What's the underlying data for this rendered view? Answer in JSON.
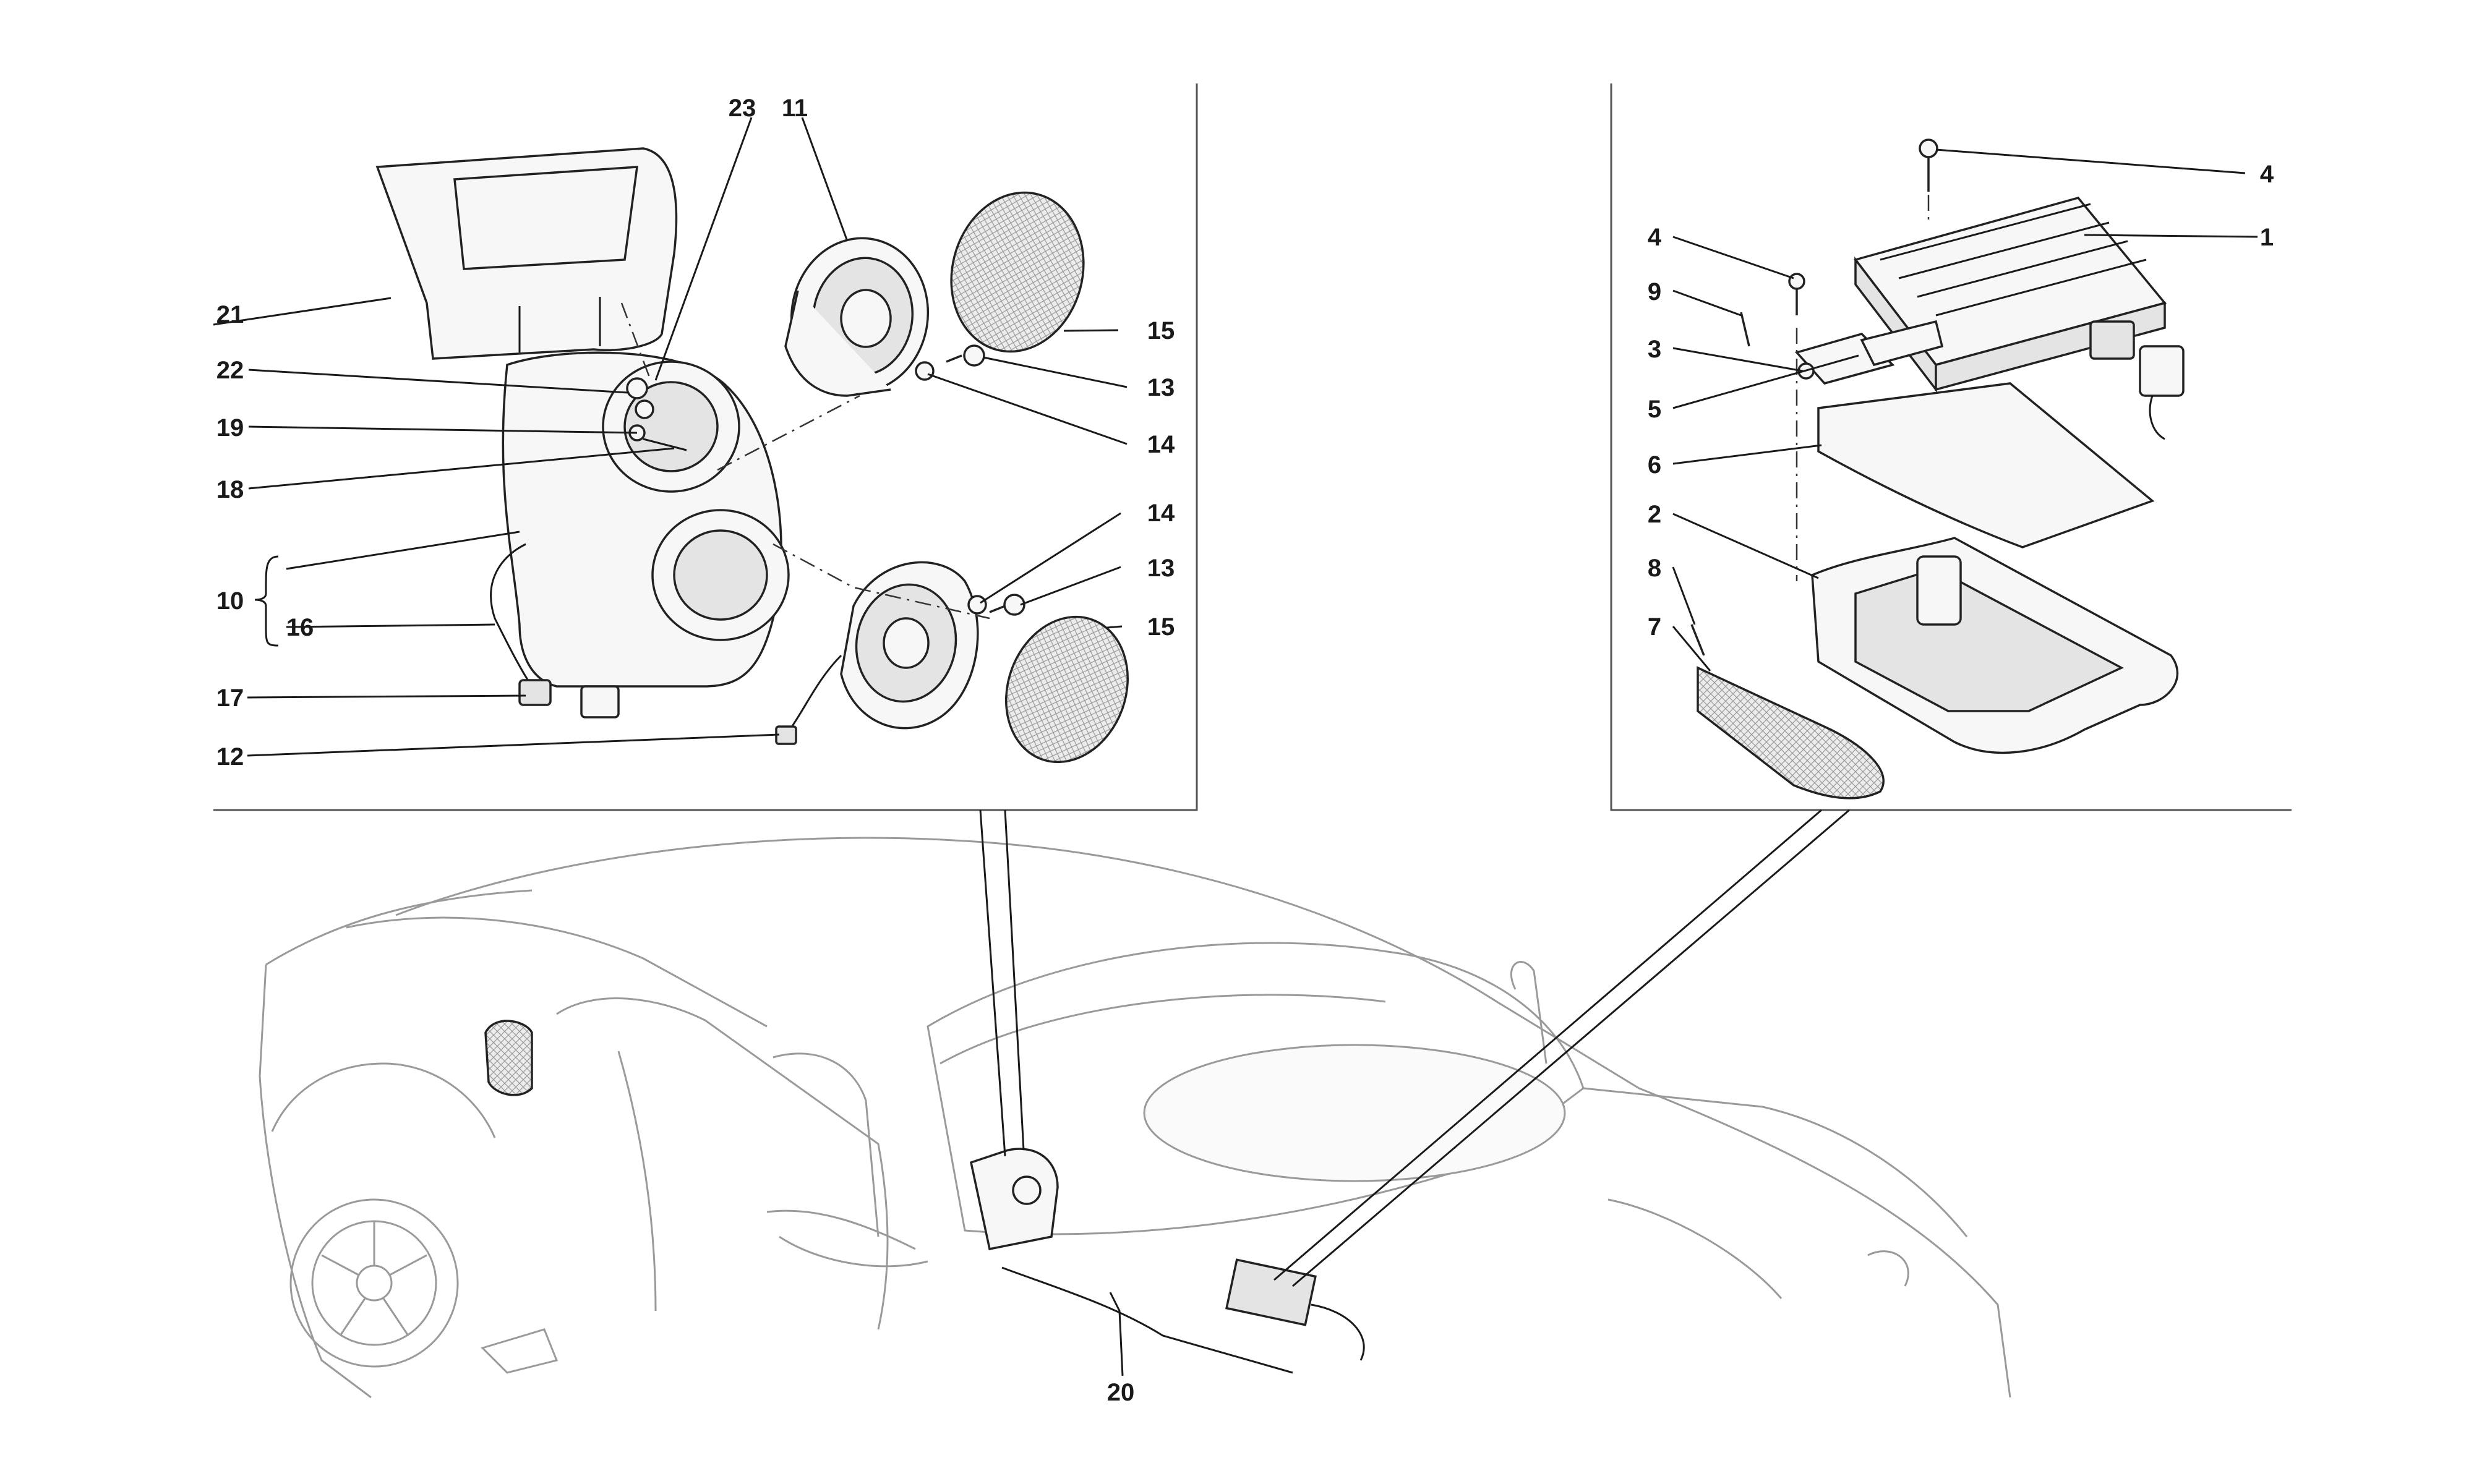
{
  "callouts": {
    "c1": "1",
    "c2": "2",
    "c3": "3",
    "c4a": "4",
    "c4b": "4",
    "c5": "5",
    "c6": "6",
    "c7": "7",
    "c8": "8",
    "c9": "9",
    "c10": "10",
    "c11": "11",
    "c12": "12",
    "c13a": "13",
    "c13b": "13",
    "c14a": "14",
    "c14b": "14",
    "c15a": "15",
    "c15b": "15",
    "c16": "16",
    "c17": "17",
    "c18": "18",
    "c19": "19",
    "c20": "20",
    "c21": "21",
    "c22": "22",
    "c23": "23"
  }
}
